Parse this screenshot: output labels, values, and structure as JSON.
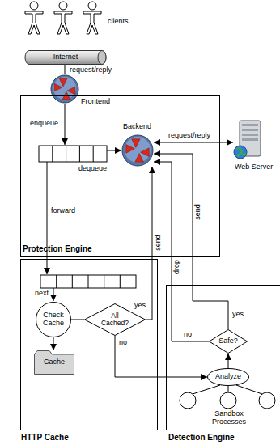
{
  "diagram": {
    "nodes": [
      {
        "text": [
          "Internet"
        ]
      },
      {
        "text": [
          "Frontend"
        ]
      },
      {
        "text": [
          "Protection Engine"
        ]
      },
      {
        "text": [
          "Backend"
        ],
        "in": 2
      },
      {
        "text": [
          "Web Server"
        ]
      },
      {
        "text": [
          "HTTP Cache"
        ]
      },
      {
        "text": [
          "Check Cache"
        ],
        "in": 5
      },
      {
        "text": [
          "All Cached?"
        ],
        "in": 5
      },
      {
        "text": [
          "Cache"
        ],
        "in": 5
      },
      {
        "text": [
          "Detection Engine"
        ]
      },
      {
        "text": [
          "Safe?"
        ],
        "in": 9
      },
      {
        "text": [
          "Analyze"
        ],
        "in": 9
      }
    ],
    "edges": [
      {
        "from": 0,
        "to": 1,
        "label": "request/reply",
        "arrow": "none"
      },
      {
        "from": 3,
        "to": 4,
        "label": "request/reply",
        "arrow": "both"
      },
      {
        "from": 6,
        "to": 8,
        "arrow": "to"
      },
      {
        "from": 6,
        "to": 7,
        "arrow": "none"
      },
      {
        "from": 7,
        "to": 3,
        "label": "send",
        "arrow": "to"
      },
      {
        "from": 7,
        "to": 11,
        "arrow": "to"
      },
      {
        "from": 11,
        "to": 10,
        "arrow": "to"
      },
      {
        "from": 10,
        "to": 3,
        "label": "send",
        "arrow": "to"
      },
      {
        "from": 10,
        "to": 3,
        "label": "drop",
        "arrow": "to"
      }
    ],
    "labels": [
      "clients",
      "enqueue",
      "dequeue",
      "forward",
      "next",
      "yes",
      "no",
      "no",
      "yes",
      "Sandbox Processes"
    ]
  }
}
